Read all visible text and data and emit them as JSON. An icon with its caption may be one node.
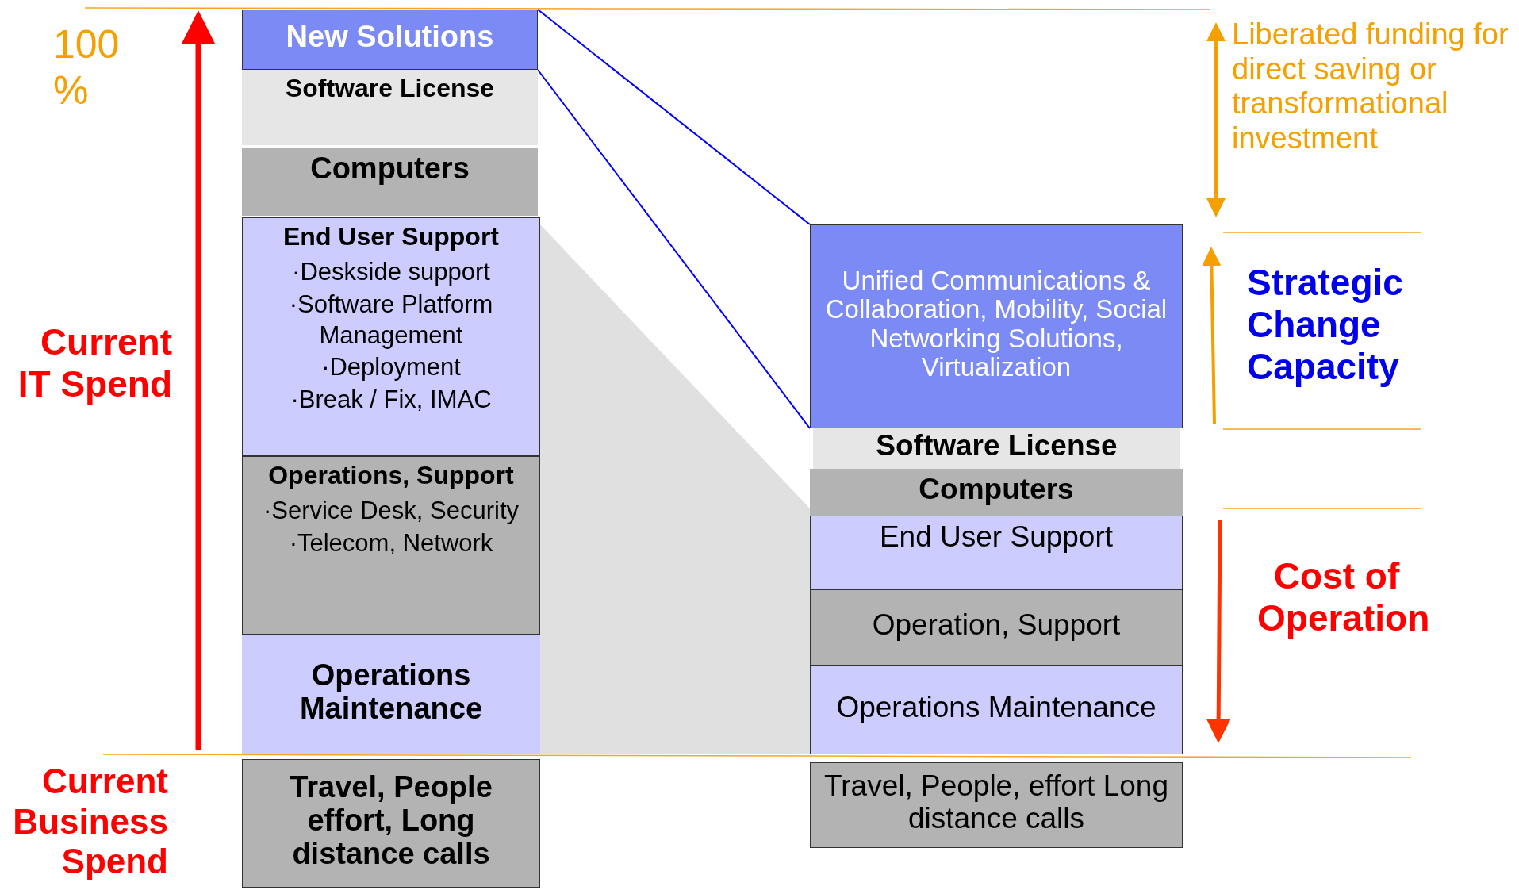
{
  "diagram": {
    "nodes": [
      {
        "text": [
          "New Solutions"
        ]
      },
      {
        "text": [
          "Software License"
        ]
      },
      {
        "text": [
          "Computers"
        ]
      },
      {
        "text": [
          "End User Support",
          "·Deskside support",
          "·Software Platform Management",
          "·Deployment",
          "·Break / Fix, IMAC"
        ]
      },
      {
        "text": [
          "Operations, Support",
          "·Service Desk, Security",
          "·Telecom, Network"
        ]
      },
      {
        "text": [
          "Operations Maintenance"
        ]
      },
      {
        "text": [
          "Travel, People effort, Long distance calls"
        ]
      },
      {
        "text": [
          "Unified Communications & Collaboration, Mobility, Social Networking Solutions, Virtualization"
        ]
      },
      {
        "text": [
          "Software License"
        ]
      },
      {
        "text": [
          "Computers"
        ]
      },
      {
        "text": [
          "End User Support"
        ]
      },
      {
        "text": [
          "Operation, Support"
        ]
      },
      {
        "text": [
          "Operations Maintenance"
        ]
      },
      {
        "text": [
          "Travel, People, effort Long distance calls"
        ]
      },
      {
        "text": [],
        "shape": "trapezoid"
      }
    ],
    "edges": [
      {
        "from": 0,
        "to": 7,
        "arrow": "none",
        "color": "#0000ff"
      },
      {
        "from": 0,
        "to": 7,
        "arrow": "none",
        "color": "#0000ff"
      }
    ],
    "labels": [
      "100 %",
      "Liberated funding for direct saving or transformational investment",
      "Strategic Change Capacity",
      "Current IT Spend",
      "Cost of Operation",
      "Current Business Spend"
    ]
  }
}
